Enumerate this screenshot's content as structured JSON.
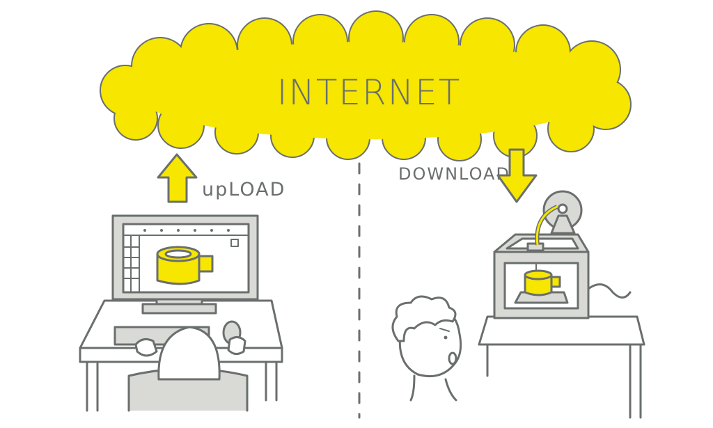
{
  "cloud": {
    "label": "INTERNET"
  },
  "upload": {
    "label": "upLOAD"
  },
  "download": {
    "label": "DOWNLOAD"
  },
  "colors": {
    "yellow": "#f6e600",
    "line": "#6a6f6d",
    "gray": "#d9d9d6"
  }
}
